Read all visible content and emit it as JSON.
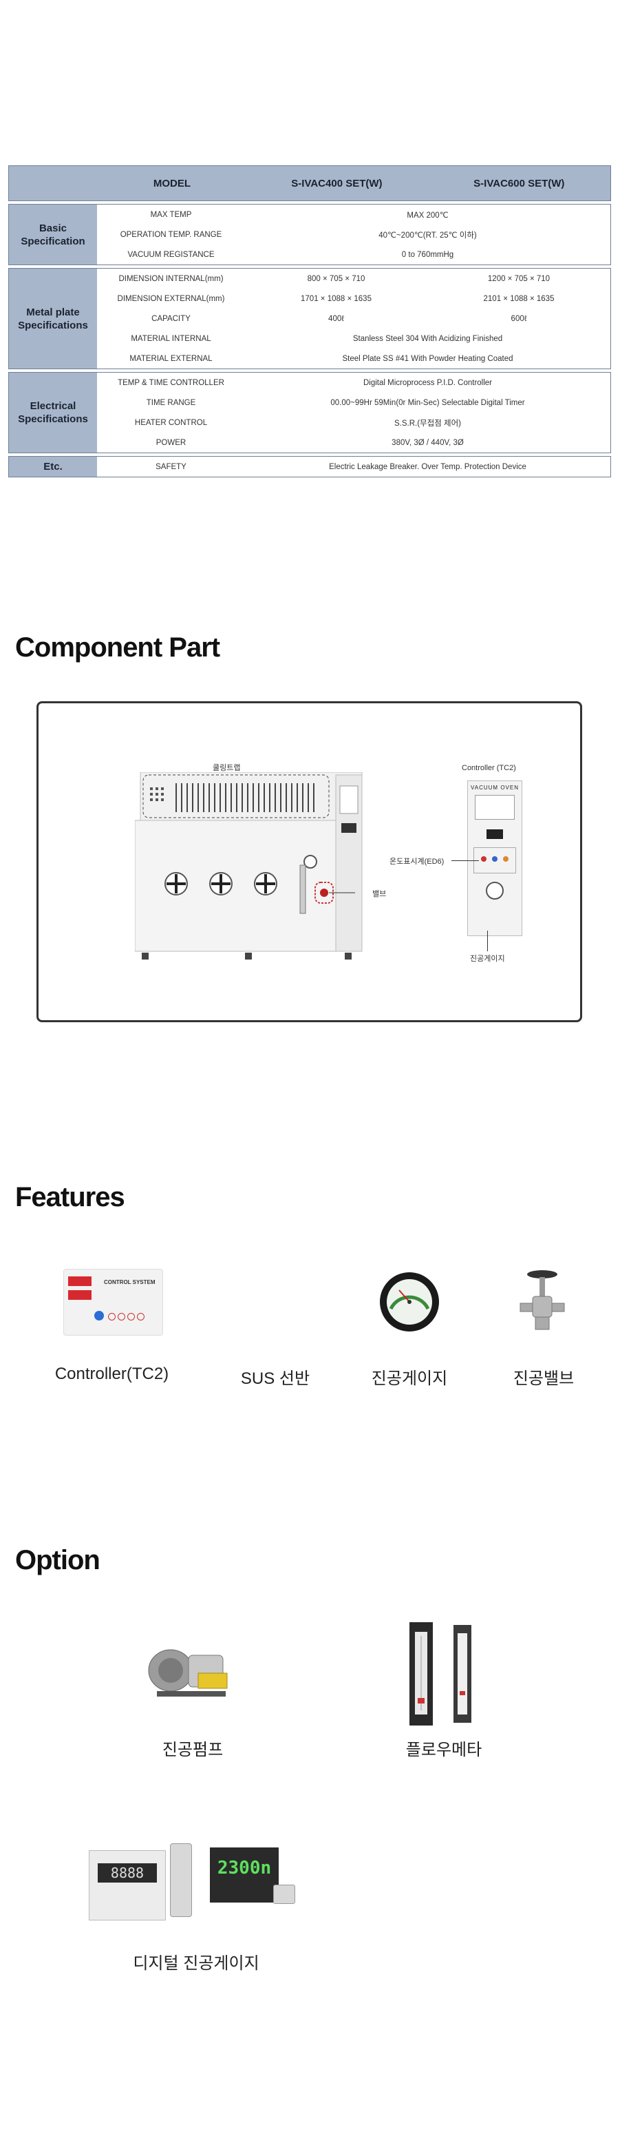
{
  "spec": {
    "header": {
      "model": "MODEL",
      "col1": "S-IVAC400 SET(W)",
      "col2": "S-IVAC600 SET(W)"
    },
    "groups": [
      {
        "category_line1": "Basic",
        "category_line2": "Specification",
        "rows": [
          {
            "label": "MAX TEMP",
            "value": "MAX 200℃"
          },
          {
            "label": "OPERATION TEMP. RANGE",
            "value": "40℃~200℃(RT. 25℃ 이하)"
          },
          {
            "label": "VACUUM REGISTANCE",
            "value": "0 to 760mmHg"
          }
        ]
      },
      {
        "category_line1": "Metal plate",
        "category_line2": "Specifications",
        "rows": [
          {
            "label": "DIMENSION INTERNAL(mm)",
            "v1": "800 × 705 × 710",
            "v2": "1200 × 705 × 710"
          },
          {
            "label": "DIMENSION EXTERNAL(mm)",
            "v1": "1701 × 1088 × 1635",
            "v2": "2101 × 1088 × 1635"
          },
          {
            "label": "CAPACITY",
            "v1": "400ℓ",
            "v2": "600ℓ"
          },
          {
            "label": "MATERIAL INTERNAL",
            "value": "Stanless Steel 304 With Acidizing Finished"
          },
          {
            "label": "MATERIAL EXTERNAL",
            "value": "Steel Plate SS #41 With Powder Heating Coated"
          }
        ]
      },
      {
        "category_line1": "Electrical",
        "category_line2": "Specifications",
        "rows": [
          {
            "label": "TEMP & TIME CONTROLLER",
            "value": "Digital Microprocess P.I.D. Controller"
          },
          {
            "label": "TIME RANGE",
            "value": "00.00~99Hr 59Min(0r Min-Sec) Selectable Digital Timer"
          },
          {
            "label": "HEATER CONTROL",
            "value": "S.S.R.(무접점 제어)"
          },
          {
            "label": "POWER",
            "value": "380V, 3Ø / 440V, 3Ø"
          }
        ]
      },
      {
        "category_line1": "Etc.",
        "category_line2": "",
        "rows": [
          {
            "label": "SAFETY",
            "value": "Electric Leakage Breaker. Over Temp. Protection Device"
          }
        ]
      }
    ]
  },
  "component_part": {
    "title": "Component Part",
    "labels": {
      "cooling_fan": "쿨링트랩",
      "controller": "Controller (TC2)",
      "vacuum_oven": "VACUUM OVEN",
      "temp_display": "온도표시계(ED6)",
      "valve": "밸브",
      "vacuum_gauge": "진공게이지"
    }
  },
  "features": {
    "title": "Features",
    "items": [
      {
        "caption": "Controller(TC2)",
        "icon": "controller-panel-icon",
        "panel_text": "CONTROL SYSTEM"
      },
      {
        "caption": "SUS 선반",
        "icon": ""
      },
      {
        "caption": "진공게이지",
        "icon": "vacuum-gauge-icon"
      },
      {
        "caption": "진공밸브",
        "icon": "vacuum-valve-icon"
      }
    ]
  },
  "option": {
    "title": "Option",
    "items": [
      {
        "caption": "진공펌프",
        "icon": "vacuum-pump-icon"
      },
      {
        "caption": "플로우메타",
        "icon": "flowmeter-icon"
      },
      {
        "caption": "디지털 진공게이지",
        "icon": "digital-vacuum-gauge-icon",
        "display1": "8888",
        "display2": "2300n"
      }
    ]
  },
  "colors": {
    "table_header_bg": "#a7b6cb",
    "table_border": "#6f7f94"
  }
}
